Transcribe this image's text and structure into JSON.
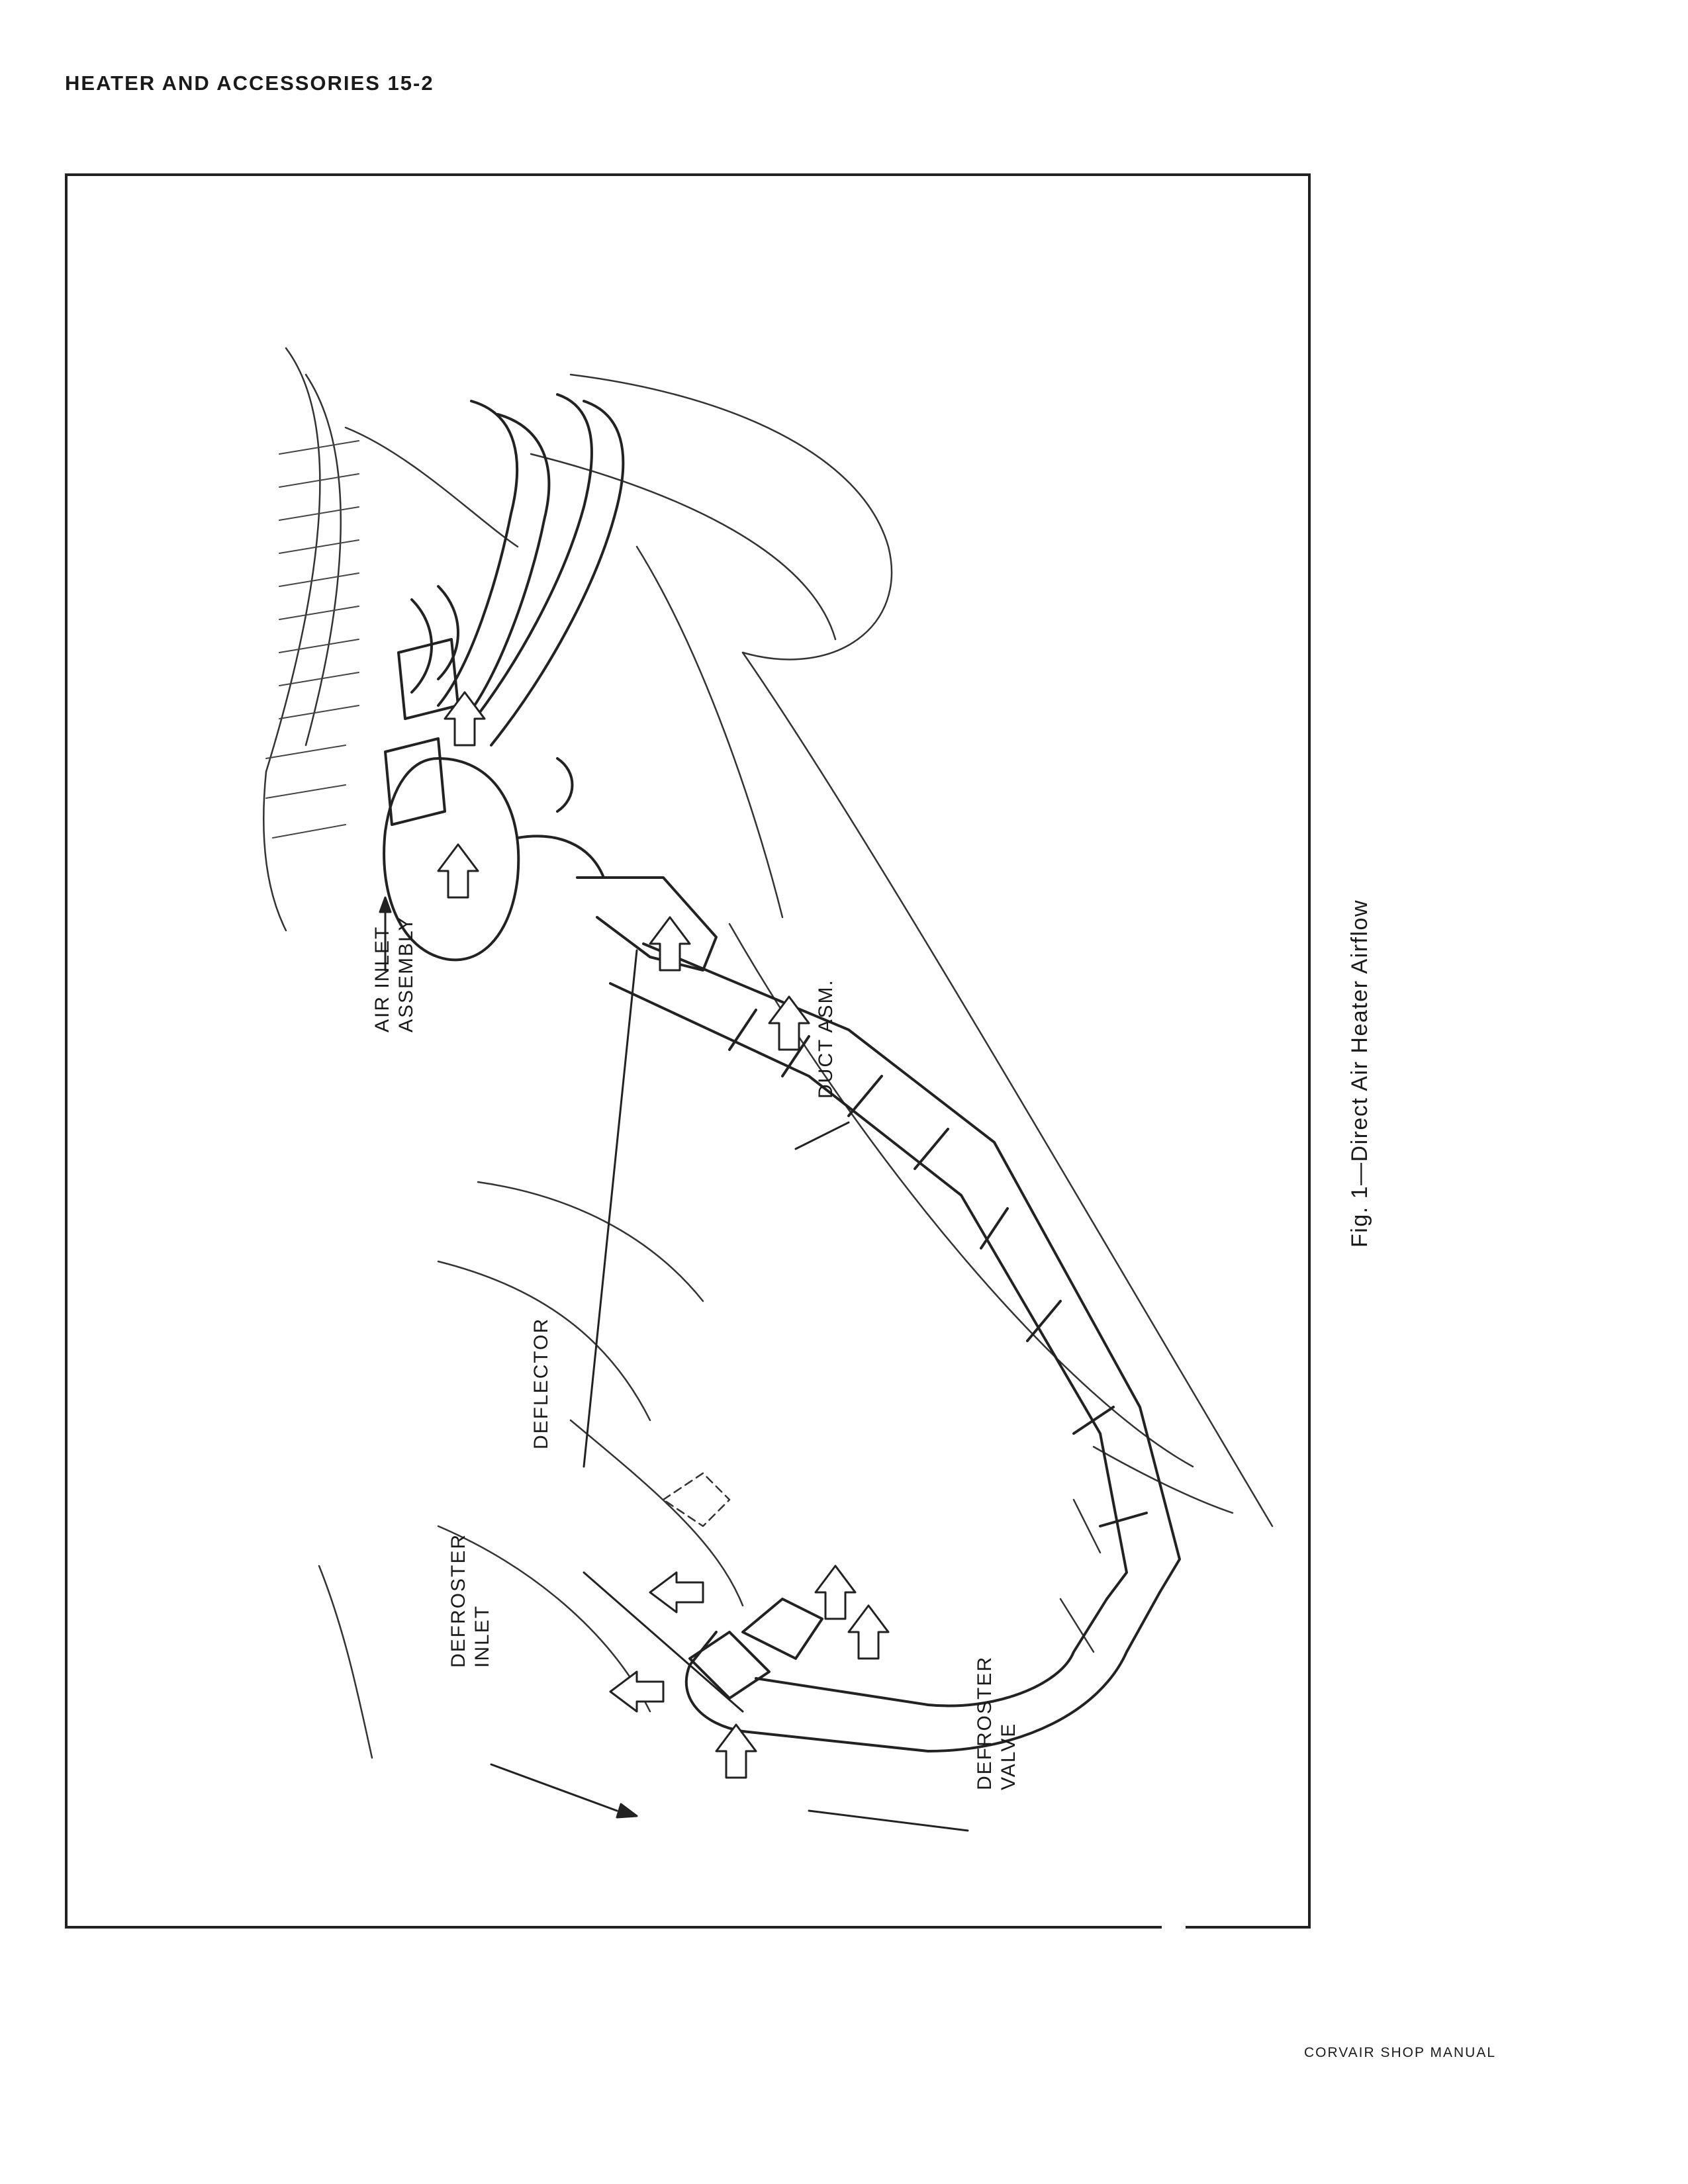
{
  "page": {
    "header": "HEATER AND ACCESSORIES 15-2",
    "footer": "CORVAIR SHOP MANUAL"
  },
  "figure": {
    "caption": "Fig. 1—Direct Air Heater Airflow",
    "labels": {
      "air_inlet": [
        "AIR INLET",
        "ASSEMBLY"
      ],
      "duct": "DUCT ASM.",
      "deflector": "DEFLECTOR",
      "defroster_inlet": [
        "DEFROSTER",
        "INLET"
      ],
      "defroster_valve": [
        "DEFROSTER",
        "VALVE"
      ]
    }
  }
}
